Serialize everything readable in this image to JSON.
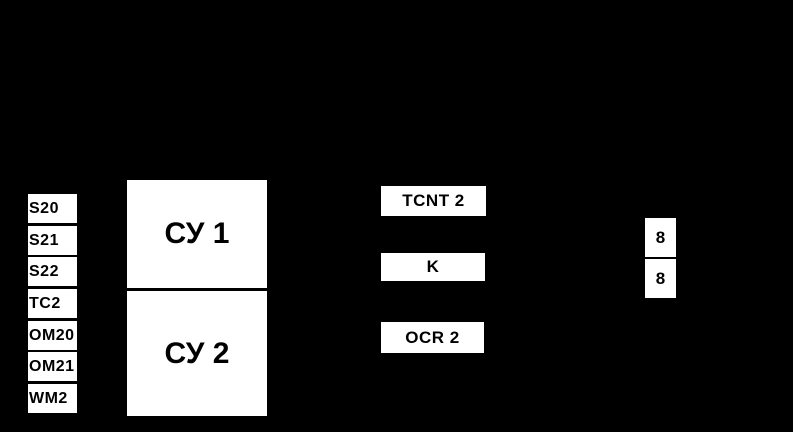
{
  "diagram": {
    "background_color": "#000000",
    "box_fill_color": "#ffffff",
    "box_text_color": "#000000",
    "control_bit_boxes": [
      {
        "label": "S20"
      },
      {
        "label": "S21"
      },
      {
        "label": "S22"
      },
      {
        "label": "TC2"
      },
      {
        "label": "OM20"
      },
      {
        "label": "OM21"
      },
      {
        "label": "WM2"
      }
    ],
    "control_unit_block": {
      "top_label": "СУ 1",
      "bottom_label": "СУ 2"
    },
    "register_boxes": {
      "counter": {
        "label": "TCNT 2"
      },
      "comparator": {
        "label": "K"
      },
      "output_compare": {
        "label": "OCR 2"
      }
    },
    "bus_width_boxes": [
      {
        "label": "8"
      },
      {
        "label": "8"
      }
    ]
  }
}
